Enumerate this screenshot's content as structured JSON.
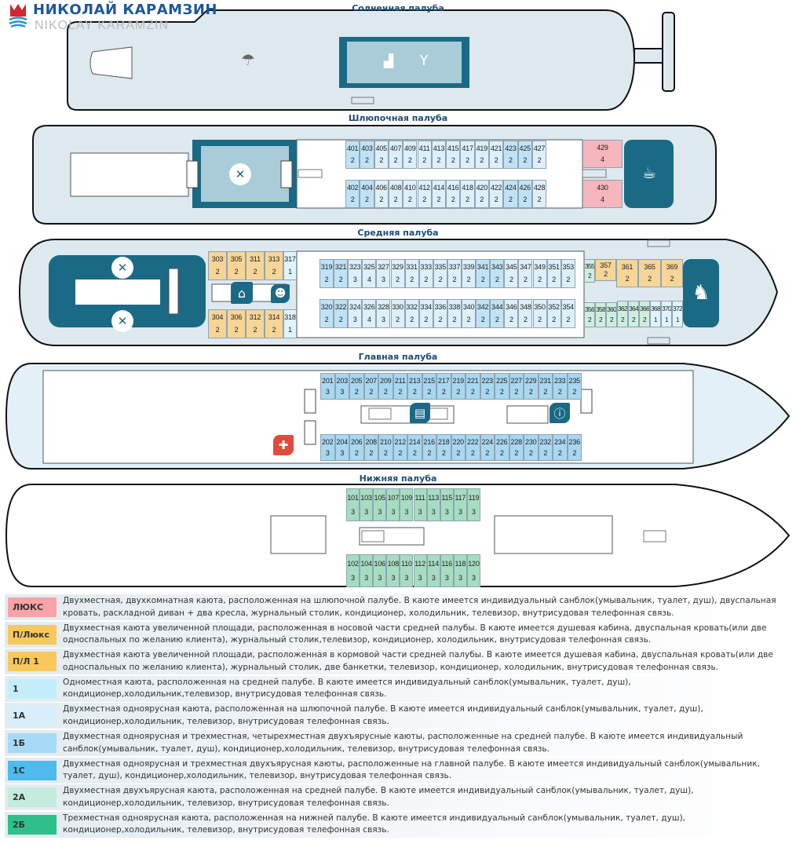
{
  "logo": {
    "name_ru": "НИКОЛАЙ КАРАМЗИН",
    "name_en": "NIKOLAY KARAMZIN"
  },
  "cabin_colors": {
    "lux": "#f7b6bb",
    "pl": "#f6d596",
    "one": "#e0f4fb",
    "1a": "#dceffa",
    "1b": "#bfe2f5",
    "1c": "#a8d7f1",
    "2a": "#cdeedf",
    "2b": "#a6dcc1"
  },
  "decks": {
    "sun": {
      "title": "Солнечная палуба"
    },
    "boat": {
      "title": "Шлюпочная палуба",
      "top": [
        {
          "n": "401",
          "c": "2",
          "t": "1b"
        },
        {
          "n": "403",
          "c": "2",
          "t": "1b"
        },
        {
          "n": "405",
          "c": "2",
          "t": "1a"
        },
        {
          "n": "407",
          "c": "2",
          "t": "1a"
        },
        {
          "n": "409",
          "c": "2",
          "t": "1a"
        },
        {
          "n": "411",
          "c": "2",
          "t": "1a"
        },
        {
          "n": "413",
          "c": "2",
          "t": "1a"
        },
        {
          "n": "415",
          "c": "2",
          "t": "1a"
        },
        {
          "n": "417",
          "c": "2",
          "t": "1a"
        },
        {
          "n": "419",
          "c": "2",
          "t": "1a"
        },
        {
          "n": "421",
          "c": "2",
          "t": "1a"
        },
        {
          "n": "423",
          "c": "2",
          "t": "1b"
        },
        {
          "n": "425",
          "c": "2",
          "t": "1b"
        },
        {
          "n": "427",
          "c": "2",
          "t": "1a"
        }
      ],
      "bottom": [
        {
          "n": "402",
          "c": "2",
          "t": "1b"
        },
        {
          "n": "404",
          "c": "2",
          "t": "1b"
        },
        {
          "n": "406",
          "c": "2",
          "t": "1a"
        },
        {
          "n": "408",
          "c": "2",
          "t": "1a"
        },
        {
          "n": "410",
          "c": "2",
          "t": "1a"
        },
        {
          "n": "412",
          "c": "2",
          "t": "1a"
        },
        {
          "n": "414",
          "c": "2",
          "t": "1a"
        },
        {
          "n": "416",
          "c": "2",
          "t": "1a"
        },
        {
          "n": "418",
          "c": "2",
          "t": "1a"
        },
        {
          "n": "420",
          "c": "2",
          "t": "1a"
        },
        {
          "n": "422",
          "c": "2",
          "t": "1a"
        },
        {
          "n": "424",
          "c": "2",
          "t": "1b"
        },
        {
          "n": "426",
          "c": "2",
          "t": "1b"
        },
        {
          "n": "428",
          "c": "2",
          "t": "1a"
        }
      ],
      "suites": [
        {
          "n": "429",
          "c": "4",
          "t": "lux"
        },
        {
          "n": "430",
          "c": "4",
          "t": "lux"
        }
      ]
    },
    "middle": {
      "title": "Средняя палуба",
      "aft_top": [
        {
          "n": "303",
          "c": "2",
          "t": "pl"
        },
        {
          "n": "305",
          "c": "2",
          "t": "pl"
        },
        {
          "n": "311",
          "c": "2",
          "t": "pl"
        },
        {
          "n": "313",
          "c": "2",
          "t": "pl"
        },
        {
          "n": "317",
          "c": "1",
          "t": "one"
        }
      ],
      "aft_bottom": [
        {
          "n": "304",
          "c": "2",
          "t": "pl"
        },
        {
          "n": "306",
          "c": "2",
          "t": "pl"
        },
        {
          "n": "312",
          "c": "2",
          "t": "pl"
        },
        {
          "n": "314",
          "c": "2",
          "t": "pl"
        },
        {
          "n": "318",
          "c": "1",
          "t": "one"
        }
      ],
      "mid_top": [
        {
          "n": "319",
          "c": "2",
          "t": "1b"
        },
        {
          "n": "321",
          "c": "2",
          "t": "1b"
        },
        {
          "n": "323",
          "c": "3",
          "t": "1a"
        },
        {
          "n": "325",
          "c": "4",
          "t": "1a"
        },
        {
          "n": "327",
          "c": "3",
          "t": "1a"
        },
        {
          "n": "329",
          "c": "2",
          "t": "1a"
        },
        {
          "n": "331",
          "c": "2",
          "t": "1a"
        },
        {
          "n": "333",
          "c": "2",
          "t": "1a"
        },
        {
          "n": "335",
          "c": "2",
          "t": "1a"
        },
        {
          "n": "337",
          "c": "2",
          "t": "1a"
        },
        {
          "n": "339",
          "c": "2",
          "t": "1a"
        },
        {
          "n": "341",
          "c": "2",
          "t": "1b"
        },
        {
          "n": "343",
          "c": "2",
          "t": "1b"
        },
        {
          "n": "345",
          "c": "2",
          "t": "1a"
        },
        {
          "n": "347",
          "c": "2",
          "t": "1a"
        },
        {
          "n": "349",
          "c": "2",
          "t": "1a"
        },
        {
          "n": "351",
          "c": "2",
          "t": "1a"
        },
        {
          "n": "353",
          "c": "2",
          "t": "1a"
        }
      ],
      "mid_bottom": [
        {
          "n": "320",
          "c": "2",
          "t": "1b"
        },
        {
          "n": "322",
          "c": "2",
          "t": "1b"
        },
        {
          "n": "324",
          "c": "3",
          "t": "1a"
        },
        {
          "n": "326",
          "c": "4",
          "t": "1a"
        },
        {
          "n": "328",
          "c": "3",
          "t": "1a"
        },
        {
          "n": "330",
          "c": "2",
          "t": "1a"
        },
        {
          "n": "332",
          "c": "2",
          "t": "1a"
        },
        {
          "n": "334",
          "c": "2",
          "t": "1a"
        },
        {
          "n": "336",
          "c": "2",
          "t": "1a"
        },
        {
          "n": "338",
          "c": "2",
          "t": "1a"
        },
        {
          "n": "340",
          "c": "2",
          "t": "1a"
        },
        {
          "n": "342",
          "c": "2",
          "t": "1b"
        },
        {
          "n": "344",
          "c": "2",
          "t": "1b"
        },
        {
          "n": "346",
          "c": "2",
          "t": "1a"
        },
        {
          "n": "348",
          "c": "2",
          "t": "1a"
        },
        {
          "n": "350",
          "c": "2",
          "t": "1a"
        },
        {
          "n": "352",
          "c": "2",
          "t": "1a"
        },
        {
          "n": "354",
          "c": "2",
          "t": "1a"
        }
      ],
      "bow_top": [
        {
          "n": "355",
          "c": "2",
          "t": "2a"
        },
        {
          "n": "357",
          "c": "2",
          "t": "pl"
        },
        {
          "n": "361",
          "c": "2",
          "t": "pl"
        },
        {
          "n": "365",
          "c": "2",
          "t": "pl"
        },
        {
          "n": "369",
          "c": "2",
          "t": "pl"
        }
      ],
      "bow_bottom": [
        {
          "n": "356",
          "c": "2",
          "t": "2a"
        },
        {
          "n": "358",
          "c": "2",
          "t": "2a"
        },
        {
          "n": "360",
          "c": "2",
          "t": "2a"
        },
        {
          "n": "362",
          "c": "2",
          "t": "2a"
        },
        {
          "n": "364",
          "c": "2",
          "t": "2a"
        },
        {
          "n": "366",
          "c": "2",
          "t": "2a"
        },
        {
          "n": "368",
          "c": "1",
          "t": "one"
        },
        {
          "n": "370",
          "c": "1",
          "t": "one"
        },
        {
          "n": "372",
          "c": "1",
          "t": "one"
        }
      ]
    },
    "main": {
      "title": "Главная палуба",
      "top": [
        {
          "n": "201",
          "c": "3",
          "t": "1c"
        },
        {
          "n": "203",
          "c": "3",
          "t": "1c"
        },
        {
          "n": "205",
          "c": "2",
          "t": "1c"
        },
        {
          "n": "207",
          "c": "2",
          "t": "1c"
        },
        {
          "n": "209",
          "c": "2",
          "t": "1c"
        },
        {
          "n": "211",
          "c": "2",
          "t": "1c"
        },
        {
          "n": "213",
          "c": "2",
          "t": "1c"
        },
        {
          "n": "215",
          "c": "2",
          "t": "1c"
        },
        {
          "n": "217",
          "c": "2",
          "t": "1c"
        },
        {
          "n": "219",
          "c": "2",
          "t": "1c"
        },
        {
          "n": "221",
          "c": "2",
          "t": "1c"
        },
        {
          "n": "223",
          "c": "2",
          "t": "1c"
        },
        {
          "n": "225",
          "c": "2",
          "t": "1c"
        },
        {
          "n": "227",
          "c": "2",
          "t": "1c"
        },
        {
          "n": "229",
          "c": "2",
          "t": "1c"
        },
        {
          "n": "231",
          "c": "2",
          "t": "1c"
        },
        {
          "n": "233",
          "c": "2",
          "t": "1c"
        },
        {
          "n": "235",
          "c": "2",
          "t": "1c"
        }
      ],
      "bottom": [
        {
          "n": "202",
          "c": "3",
          "t": "1c"
        },
        {
          "n": "204",
          "c": "3",
          "t": "1c"
        },
        {
          "n": "206",
          "c": "2",
          "t": "1c"
        },
        {
          "n": "208",
          "c": "2",
          "t": "1c"
        },
        {
          "n": "210",
          "c": "2",
          "t": "1c"
        },
        {
          "n": "212",
          "c": "2",
          "t": "1c"
        },
        {
          "n": "214",
          "c": "2",
          "t": "1c"
        },
        {
          "n": "216",
          "c": "2",
          "t": "1c"
        },
        {
          "n": "218",
          "c": "2",
          "t": "1c"
        },
        {
          "n": "220",
          "c": "2",
          "t": "1c"
        },
        {
          "n": "222",
          "c": "2",
          "t": "1c"
        },
        {
          "n": "224",
          "c": "2",
          "t": "1c"
        },
        {
          "n": "226",
          "c": "2",
          "t": "1c"
        },
        {
          "n": "228",
          "c": "2",
          "t": "1c"
        },
        {
          "n": "230",
          "c": "2",
          "t": "1c"
        },
        {
          "n": "232",
          "c": "2",
          "t": "1c"
        },
        {
          "n": "234",
          "c": "2",
          "t": "1c"
        },
        {
          "n": "236",
          "c": "2",
          "t": "1c"
        }
      ]
    },
    "lower": {
      "title": "Нижняя палуба",
      "top": [
        {
          "n": "101",
          "c": "3",
          "t": "2b"
        },
        {
          "n": "103",
          "c": "3",
          "t": "2b"
        },
        {
          "n": "105",
          "c": "3",
          "t": "2b"
        },
        {
          "n": "107",
          "c": "3",
          "t": "2b"
        },
        {
          "n": "109",
          "c": "3",
          "t": "2b"
        },
        {
          "n": "111",
          "c": "3",
          "t": "2b"
        },
        {
          "n": "113",
          "c": "3",
          "t": "2b"
        },
        {
          "n": "115",
          "c": "3",
          "t": "2b"
        },
        {
          "n": "117",
          "c": "3",
          "t": "2b"
        },
        {
          "n": "119",
          "c": "3",
          "t": "2b"
        }
      ],
      "bottom": [
        {
          "n": "102",
          "c": "3",
          "t": "2b"
        },
        {
          "n": "104",
          "c": "3",
          "t": "2b"
        },
        {
          "n": "106",
          "c": "3",
          "t": "2b"
        },
        {
          "n": "108",
          "c": "3",
          "t": "2b"
        },
        {
          "n": "110",
          "c": "3",
          "t": "2b"
        },
        {
          "n": "112",
          "c": "3",
          "t": "2b"
        },
        {
          "n": "114",
          "c": "3",
          "t": "2b"
        },
        {
          "n": "116",
          "c": "3",
          "t": "2b"
        },
        {
          "n": "118",
          "c": "3",
          "t": "2b"
        },
        {
          "n": "120",
          "c": "3",
          "t": "2b"
        }
      ]
    }
  },
  "legend": [
    {
      "code": "ЛЮКС",
      "color": "#f7a3a8",
      "text": "Двухместная, двухкомнатная каюта, расположенная на шлюпочной палубе. В каюте имеется индивидуальный санблок(умывальник, туалет, душ), двуспальная кровать, раскладной диван + два  кресла, журнальный столик, кондиционер, холодильник, телевизор, внутрисудовая телефонная связь."
    },
    {
      "code": "П/Люкс",
      "color": "#f8c85c",
      "text": "Двухместная каюта увеличенной площади, расположенная в носовой части средней палубы. В каюте имеется душевая кабина, двуспальная кровать(или две односпальных по желанию клиента), журнальный столик,телевизор, кондиционер, холодильник, внутрисудовая телефонная связь."
    },
    {
      "code": "П/Л 1",
      "color": "#f8c85c",
      "text": "Двухместная каюта увеличенной площади, расположенная в кормовой части средней палубы. В каюте имеется душевая кабина, двуспальная кровать(или две односпальных по желанию клиента), журнальный столик, две банкетки, телевизор, кондиционер, холодильник, внутрисудовая телефонная связь."
    },
    {
      "code": "1",
      "color": "#c3eef9",
      "text": "Одноместная каюта, расположенная на средней палубе. В каюте имеется индивидуальный санблок(умывальник, туалет, душ), кондиционер,холодильник,телевизор, внутрисудовая телефонная связь."
    },
    {
      "code": "1А",
      "color": "#d8eefa",
      "text": "Двухместная одноярусная каюта, расположенная на шлюпочной палубе. В каюте имеется индивидуальный санблок(умывальник, туалет, душ), кондиционер,холодильник, телевизор, внутрисудовая телефонная связь."
    },
    {
      "code": "1Б",
      "color": "#a6d9f5",
      "text": "Двухместная одноярусная  и трехместная, четырехместная двухъярусные каюты, расположенные на средней палубе. В каюте имеется индивидуальный санблок(умывальник, туалет, душ), кондиционер,холодильник, телевизор, внутрисудовая телефонная связь."
    },
    {
      "code": "1С",
      "color": "#4dbbec",
      "text": "Двухместная одноярусная и трехместная двухъярусная каюты, расположенные на главной палубе. В каюте имеется индивидуальный санблок(умывальник, туалет, душ), кондиционер,холодильник, телевизор, внутрисудовая телефонная связь."
    },
    {
      "code": "2А",
      "color": "#c4ecdc",
      "text": "Двухместная двухъярусная каюта, расположенная на средней палубе. В каюте имеется индивидуальный санблок(умывальник, туалет, душ), кондиционер,холодильник, телевизор, внутрисудовая телефонная связь."
    },
    {
      "code": "2Б",
      "color": "#2fbf8b",
      "text": "Трехместная одноярусная каюта, расположенная на нижней палубе. В каюте имеется индивидуальный санблок(умывальник, туалет, душ), кондиционер,холодильник, телевизор, внутрисудовая телефонная связь."
    }
  ]
}
